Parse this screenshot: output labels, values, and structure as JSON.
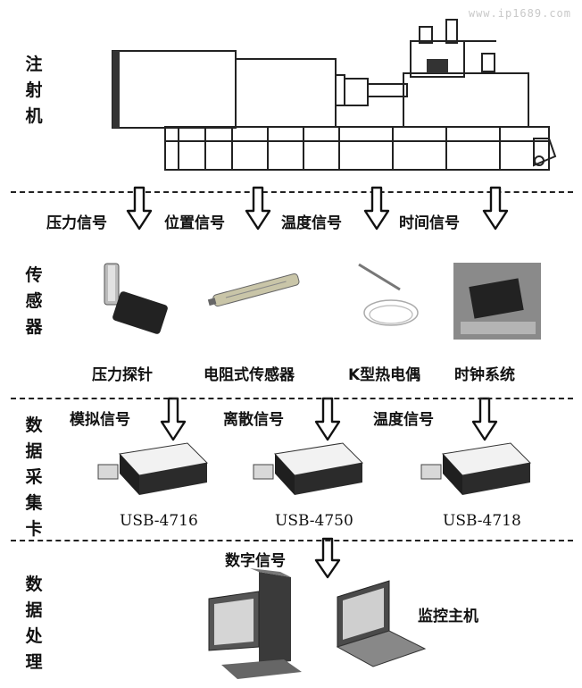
{
  "watermark": "www.ip1689.com",
  "stages": {
    "injection": "注\n射\n机",
    "sensors": "传\n感\n器",
    "daq": "数\n据\n采\n集\n卡",
    "processing": "数\n据\n处\n理"
  },
  "signals_machine": [
    "压力信号",
    "位置信号",
    "温度信号",
    "时间信号"
  ],
  "sensors": [
    "压力探针",
    "电阻式传感器",
    "K型热电偶",
    "时钟系统"
  ],
  "signals_sensor": [
    "模拟信号",
    "离散信号",
    "温度信号"
  ],
  "daq_cards": [
    "USB-4716",
    "USB-4750",
    "USB-4718"
  ],
  "signal_digital": "数字信号",
  "monitor_host": "监控主机"
}
